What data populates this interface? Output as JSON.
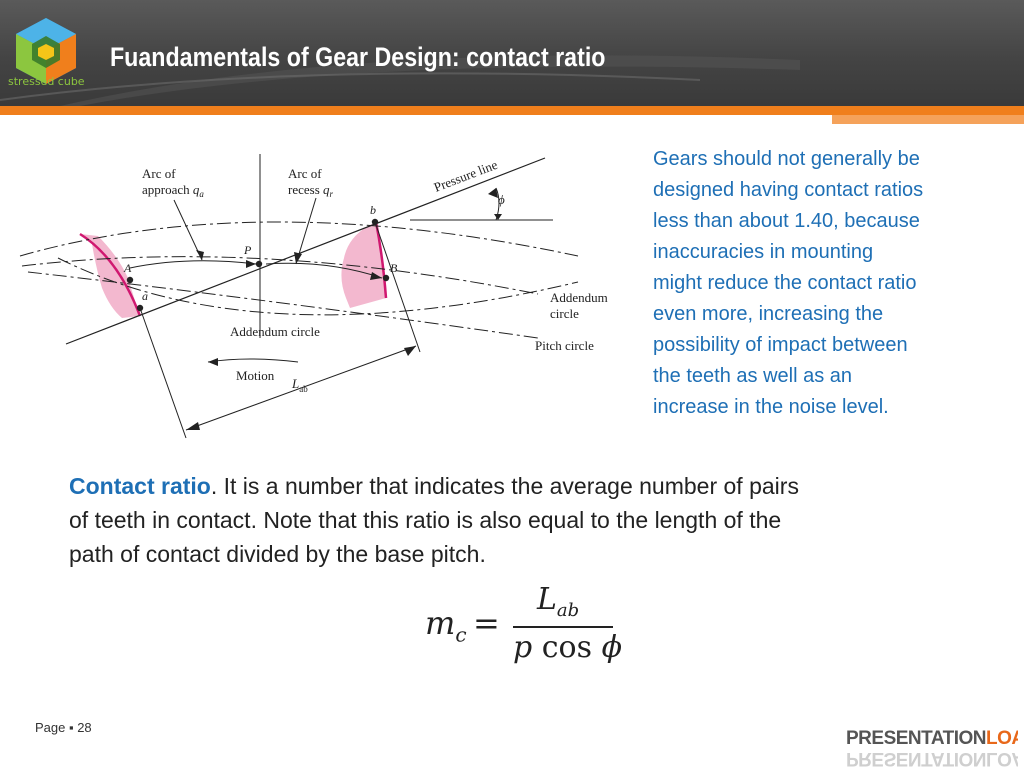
{
  "header": {
    "title": "Fuandamentals of Gear Design: contact ratio",
    "logo_text": "stressed cube",
    "background_color": "#444444",
    "accent_color": "#f07f1c"
  },
  "diagram": {
    "labels": {
      "arc_approach_1": "Arc of",
      "arc_approach_2": "approach",
      "arc_approach_sym": "q",
      "arc_approach_sub": "a",
      "arc_recess_1": "Arc of",
      "arc_recess_2": "recess",
      "arc_recess_sym": "q",
      "arc_recess_sub": "r",
      "pressure_line": "Pressure line",
      "phi": "ϕ",
      "point_b_lower": "b",
      "point_P": "P",
      "point_A": "A",
      "point_B": "B",
      "point_a_lower": "a",
      "addendum_circle_right_1": "Addendum",
      "addendum_circle_right_2": "circle",
      "addendum_circle_bottom": "Addendum circle",
      "pitch_circle": "Pitch circle",
      "motion": "Motion",
      "lab_sym": "L",
      "lab_sub": "ab"
    }
  },
  "side_text": {
    "lines": [
      "Gears should not generally be",
      "designed having contact ratios",
      "less than about 1.40, because",
      "inaccuracies in mounting",
      "might reduce the contact ratio",
      "even more, increasing the",
      "possibility of impact between",
      "the teeth as well as an",
      "increase in the noise level."
    ],
    "color": "#1e6fb5"
  },
  "main_text": {
    "keyword": "Contact ratio",
    "line1_rest": ". It is a number that indicates the average number of pairs",
    "line2": "of teeth in contact. Note that this ratio is also equal to the length of the",
    "line3": "path of contact divided by the base pitch."
  },
  "formula": {
    "lhs": "m",
    "lhs_sub": "c",
    "equals": "=",
    "num": "L",
    "num_sub": "ab",
    "den_p": "p",
    "den_cos": " cos ",
    "den_phi": "ϕ"
  },
  "footer": {
    "page_label": "Page ▪ 28",
    "brand_part1": "PRESENTATION",
    "brand_part2": "LOAD"
  }
}
